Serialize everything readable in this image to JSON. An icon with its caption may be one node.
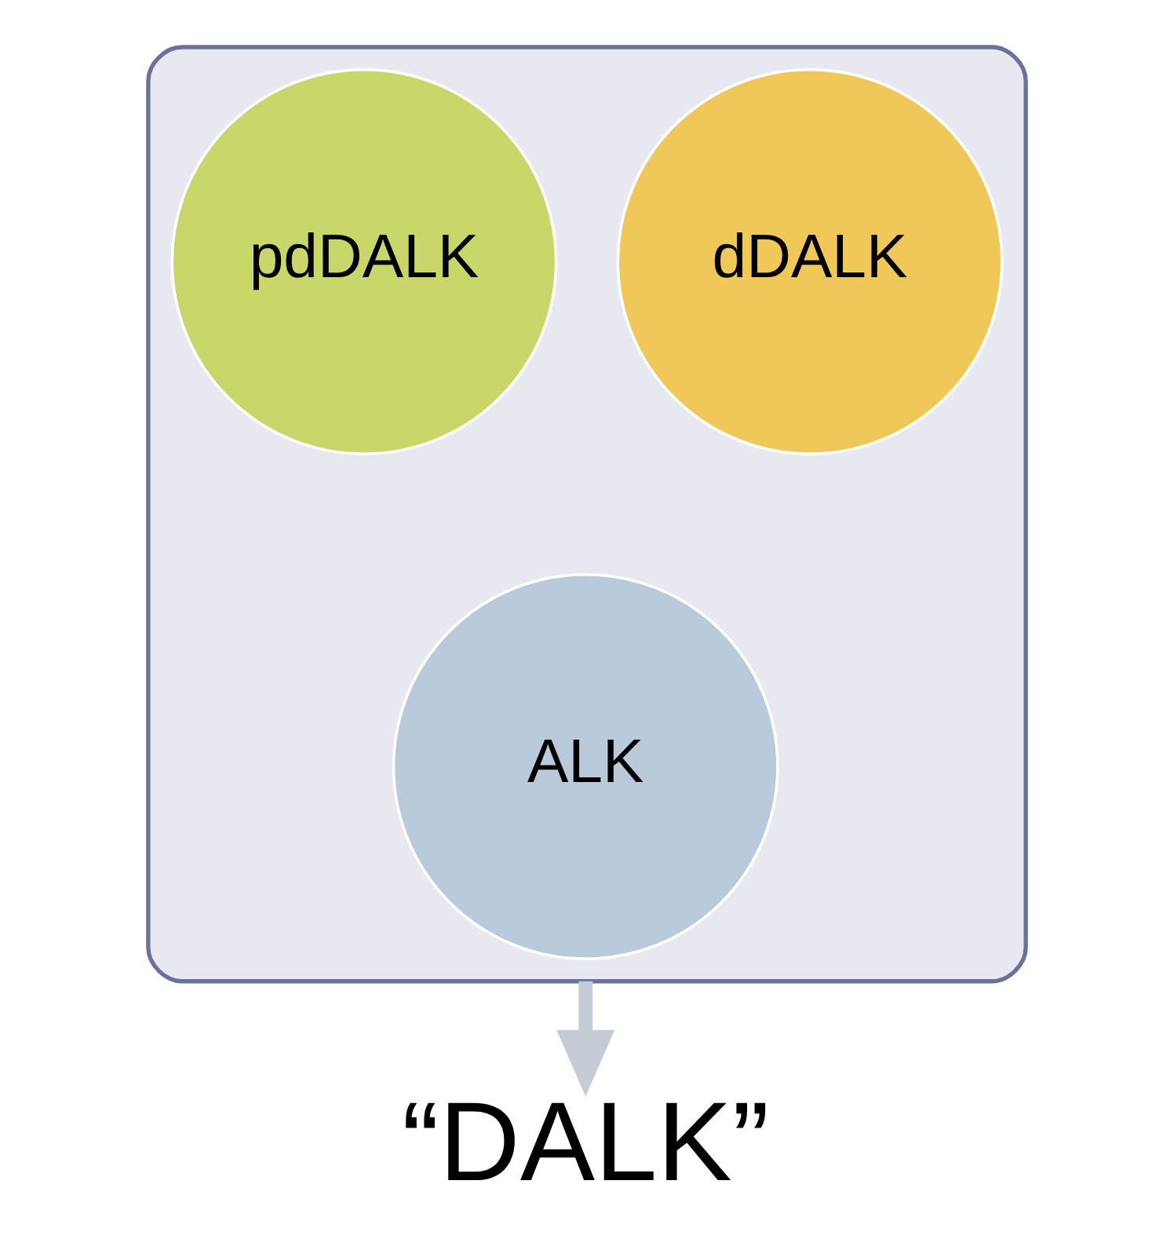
{
  "diagram": {
    "nodes": [
      {
        "text": [],
        "shape": "funnel"
      },
      {
        "text": [
          "pdDALK"
        ],
        "in": 0
      },
      {
        "text": [
          "dDALK"
        ],
        "in": 0
      },
      {
        "text": [
          "ALK"
        ],
        "in": 0
      },
      {
        "text": [
          "“DALK”"
        ]
      }
    ],
    "edges": [
      {
        "from": 0,
        "to": 4,
        "arrow": "to"
      }
    ]
  }
}
